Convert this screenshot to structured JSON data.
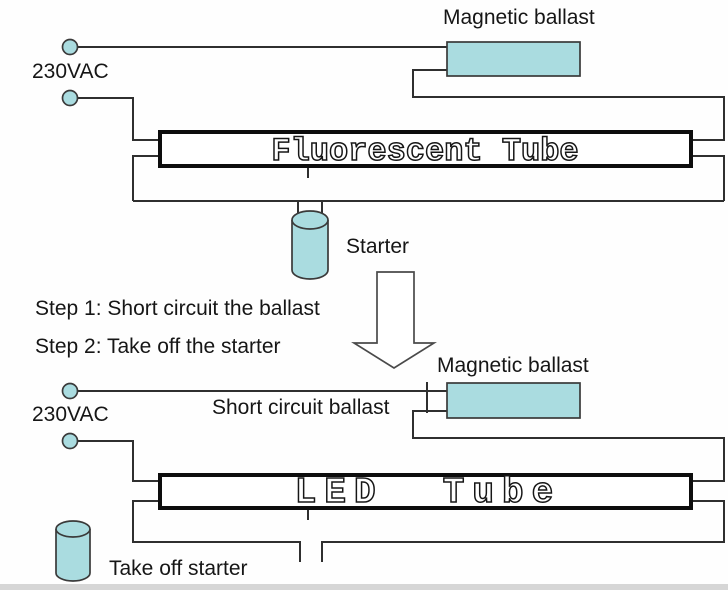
{
  "top_diagram": {
    "supply_label": "230VAC",
    "ballast_label": "Magnetic ballast",
    "tube_label": "Fluorescent Tube",
    "starter_label": "Starter"
  },
  "steps": {
    "step1": "Step 1: Short circuit the ballast",
    "step2": "Step 2: Take off the starter"
  },
  "bottom_diagram": {
    "supply_label": "230VAC",
    "ballast_label": "Magnetic ballast",
    "short_circuit_label": "Short circuit ballast",
    "tube_label": "LED  Tube",
    "starter_label": "Take off starter"
  },
  "colors": {
    "component_fill": "#aadce0",
    "wire": "#2f2f2f",
    "text": "#161616"
  }
}
